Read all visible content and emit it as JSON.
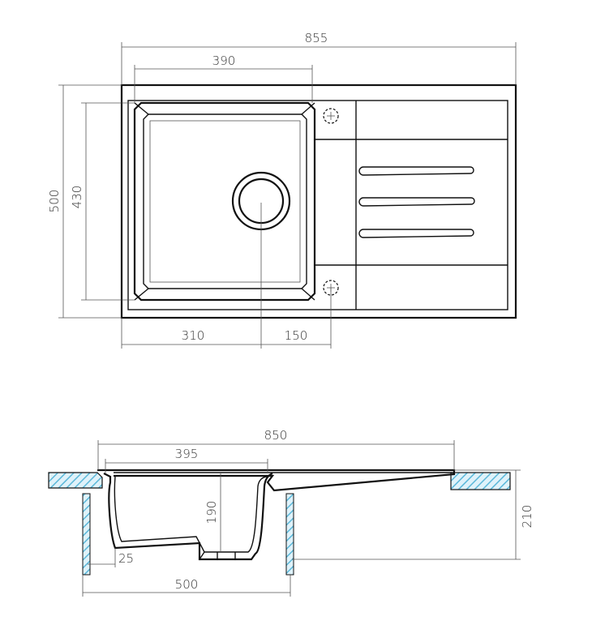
{
  "top_view": {
    "dims": {
      "overall_width": "855",
      "bowl_width": "390",
      "overall_depth": "500",
      "bowl_depth": "430",
      "drain_offset": "310",
      "tap_offset": "150"
    }
  },
  "side_view": {
    "dims": {
      "overall_width": "850",
      "bowl_width": "395",
      "bowl_depth": "190",
      "edge_radius": "25",
      "cabinet_width": "500",
      "total_height": "210"
    }
  },
  "colors": {
    "line": "#111111",
    "dimension_line": "#555555",
    "countertop_hatch": "#5bb8d9"
  }
}
